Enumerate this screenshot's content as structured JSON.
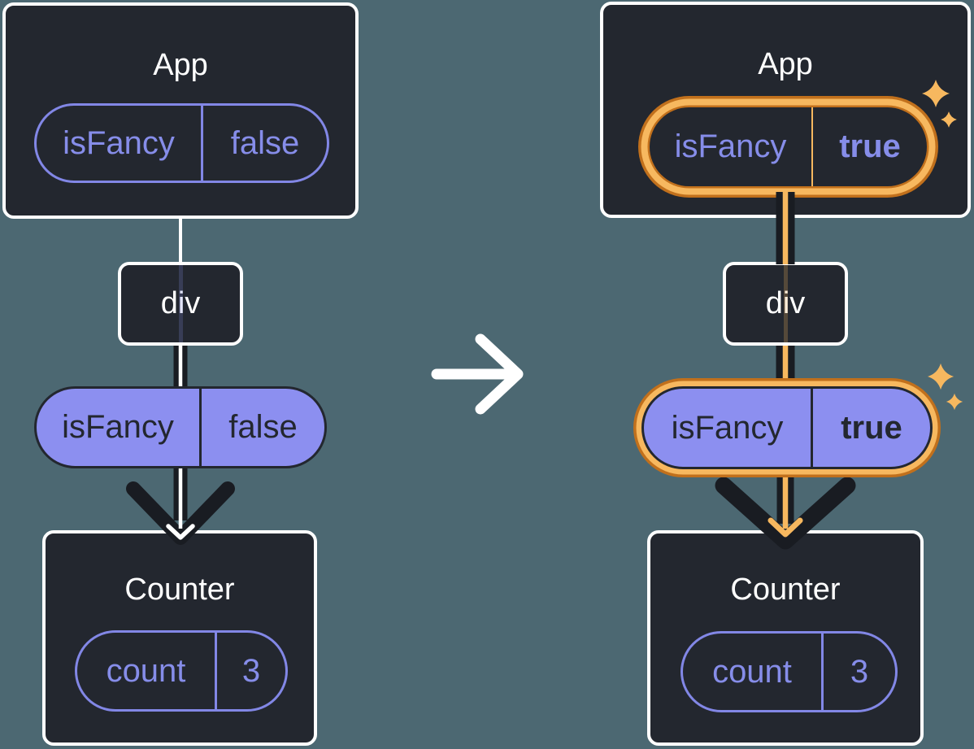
{
  "colors": {
    "background": "#4c6872",
    "box_fill": "#23272f",
    "box_border": "#ffffff",
    "purple_outline": "#8287e6",
    "purple_text": "#868de9",
    "purple_fill": "#8c8ff0",
    "dark_text": "#23272f",
    "arrow_dark": "#191c22",
    "arrow_white": "#ffffff",
    "orange_light": "#f7b85f",
    "orange_dark": "#c1701c"
  },
  "left_tree": {
    "app": {
      "title": "App",
      "prop_name": "isFancy",
      "prop_value": "false"
    },
    "div": {
      "label": "div"
    },
    "passed_prop": {
      "name": "isFancy",
      "value": "false"
    },
    "counter": {
      "title": "Counter",
      "state_name": "count",
      "state_value": "3"
    }
  },
  "right_tree": {
    "app": {
      "title": "App",
      "prop_name": "isFancy",
      "prop_value": "true"
    },
    "div": {
      "label": "div"
    },
    "passed_prop": {
      "name": "isFancy",
      "value": "true"
    },
    "counter": {
      "title": "Counter",
      "state_name": "count",
      "state_value": "3"
    }
  }
}
